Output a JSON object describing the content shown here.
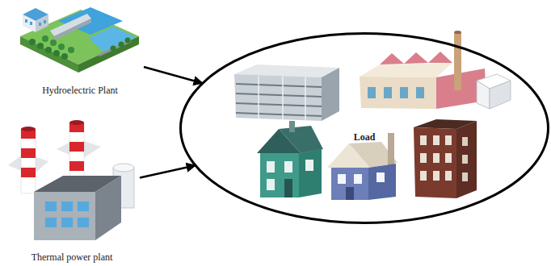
{
  "diagram": {
    "nodes": [
      {
        "text": [
          "Hydroelectric Plant"
        ]
      },
      {
        "text": [
          "Thermal power plant"
        ]
      },
      {
        "text": [
          "Load"
        ]
      }
    ],
    "edges": [
      {
        "from": 0,
        "to": 2,
        "arrow": "to"
      },
      {
        "from": 1,
        "to": 2,
        "arrow": "to"
      }
    ]
  }
}
